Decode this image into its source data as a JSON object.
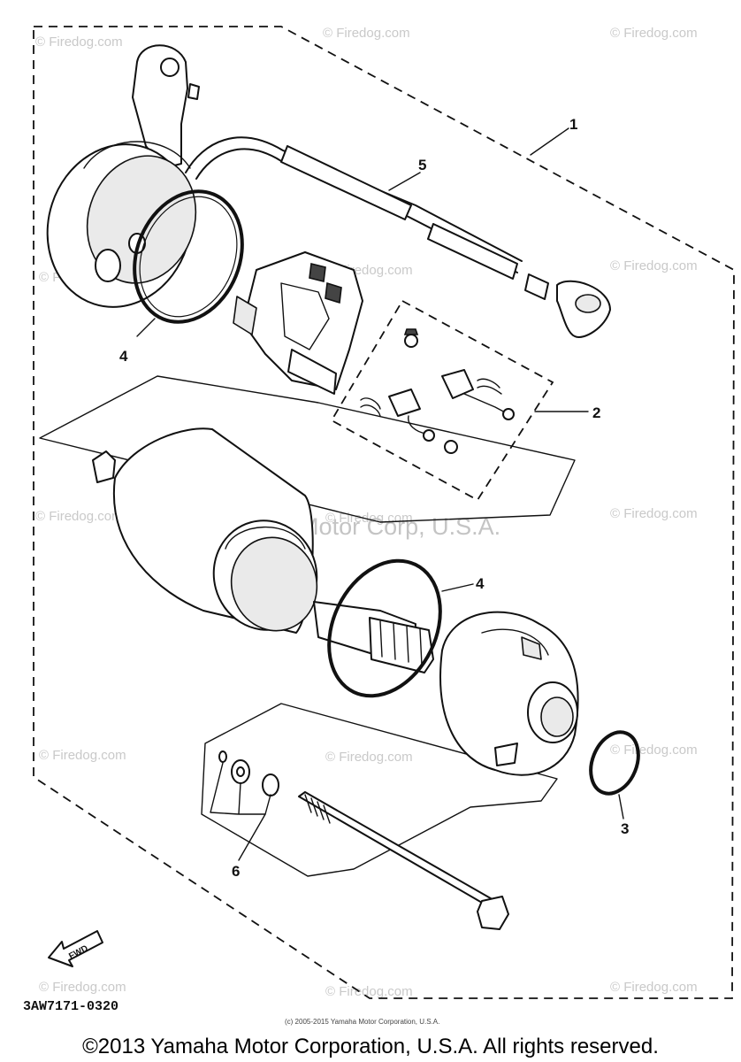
{
  "diagram": {
    "part_labels": [
      "1",
      "2",
      "3",
      "4",
      "4",
      "5",
      "6"
    ],
    "diagram_code": "3AW7171-0320",
    "fwd_label": "FWD",
    "watermark_center": "Yamaha Motor Corp, U.S.A.",
    "watermark_tile": "© Firedog.com",
    "small_copyright": "(c) 2005-2015 Yamaha Motor Corporation, U.S.A.",
    "copyright": "©2013 Yamaha Motor Corporation, U.S.A. All rights reserved."
  }
}
